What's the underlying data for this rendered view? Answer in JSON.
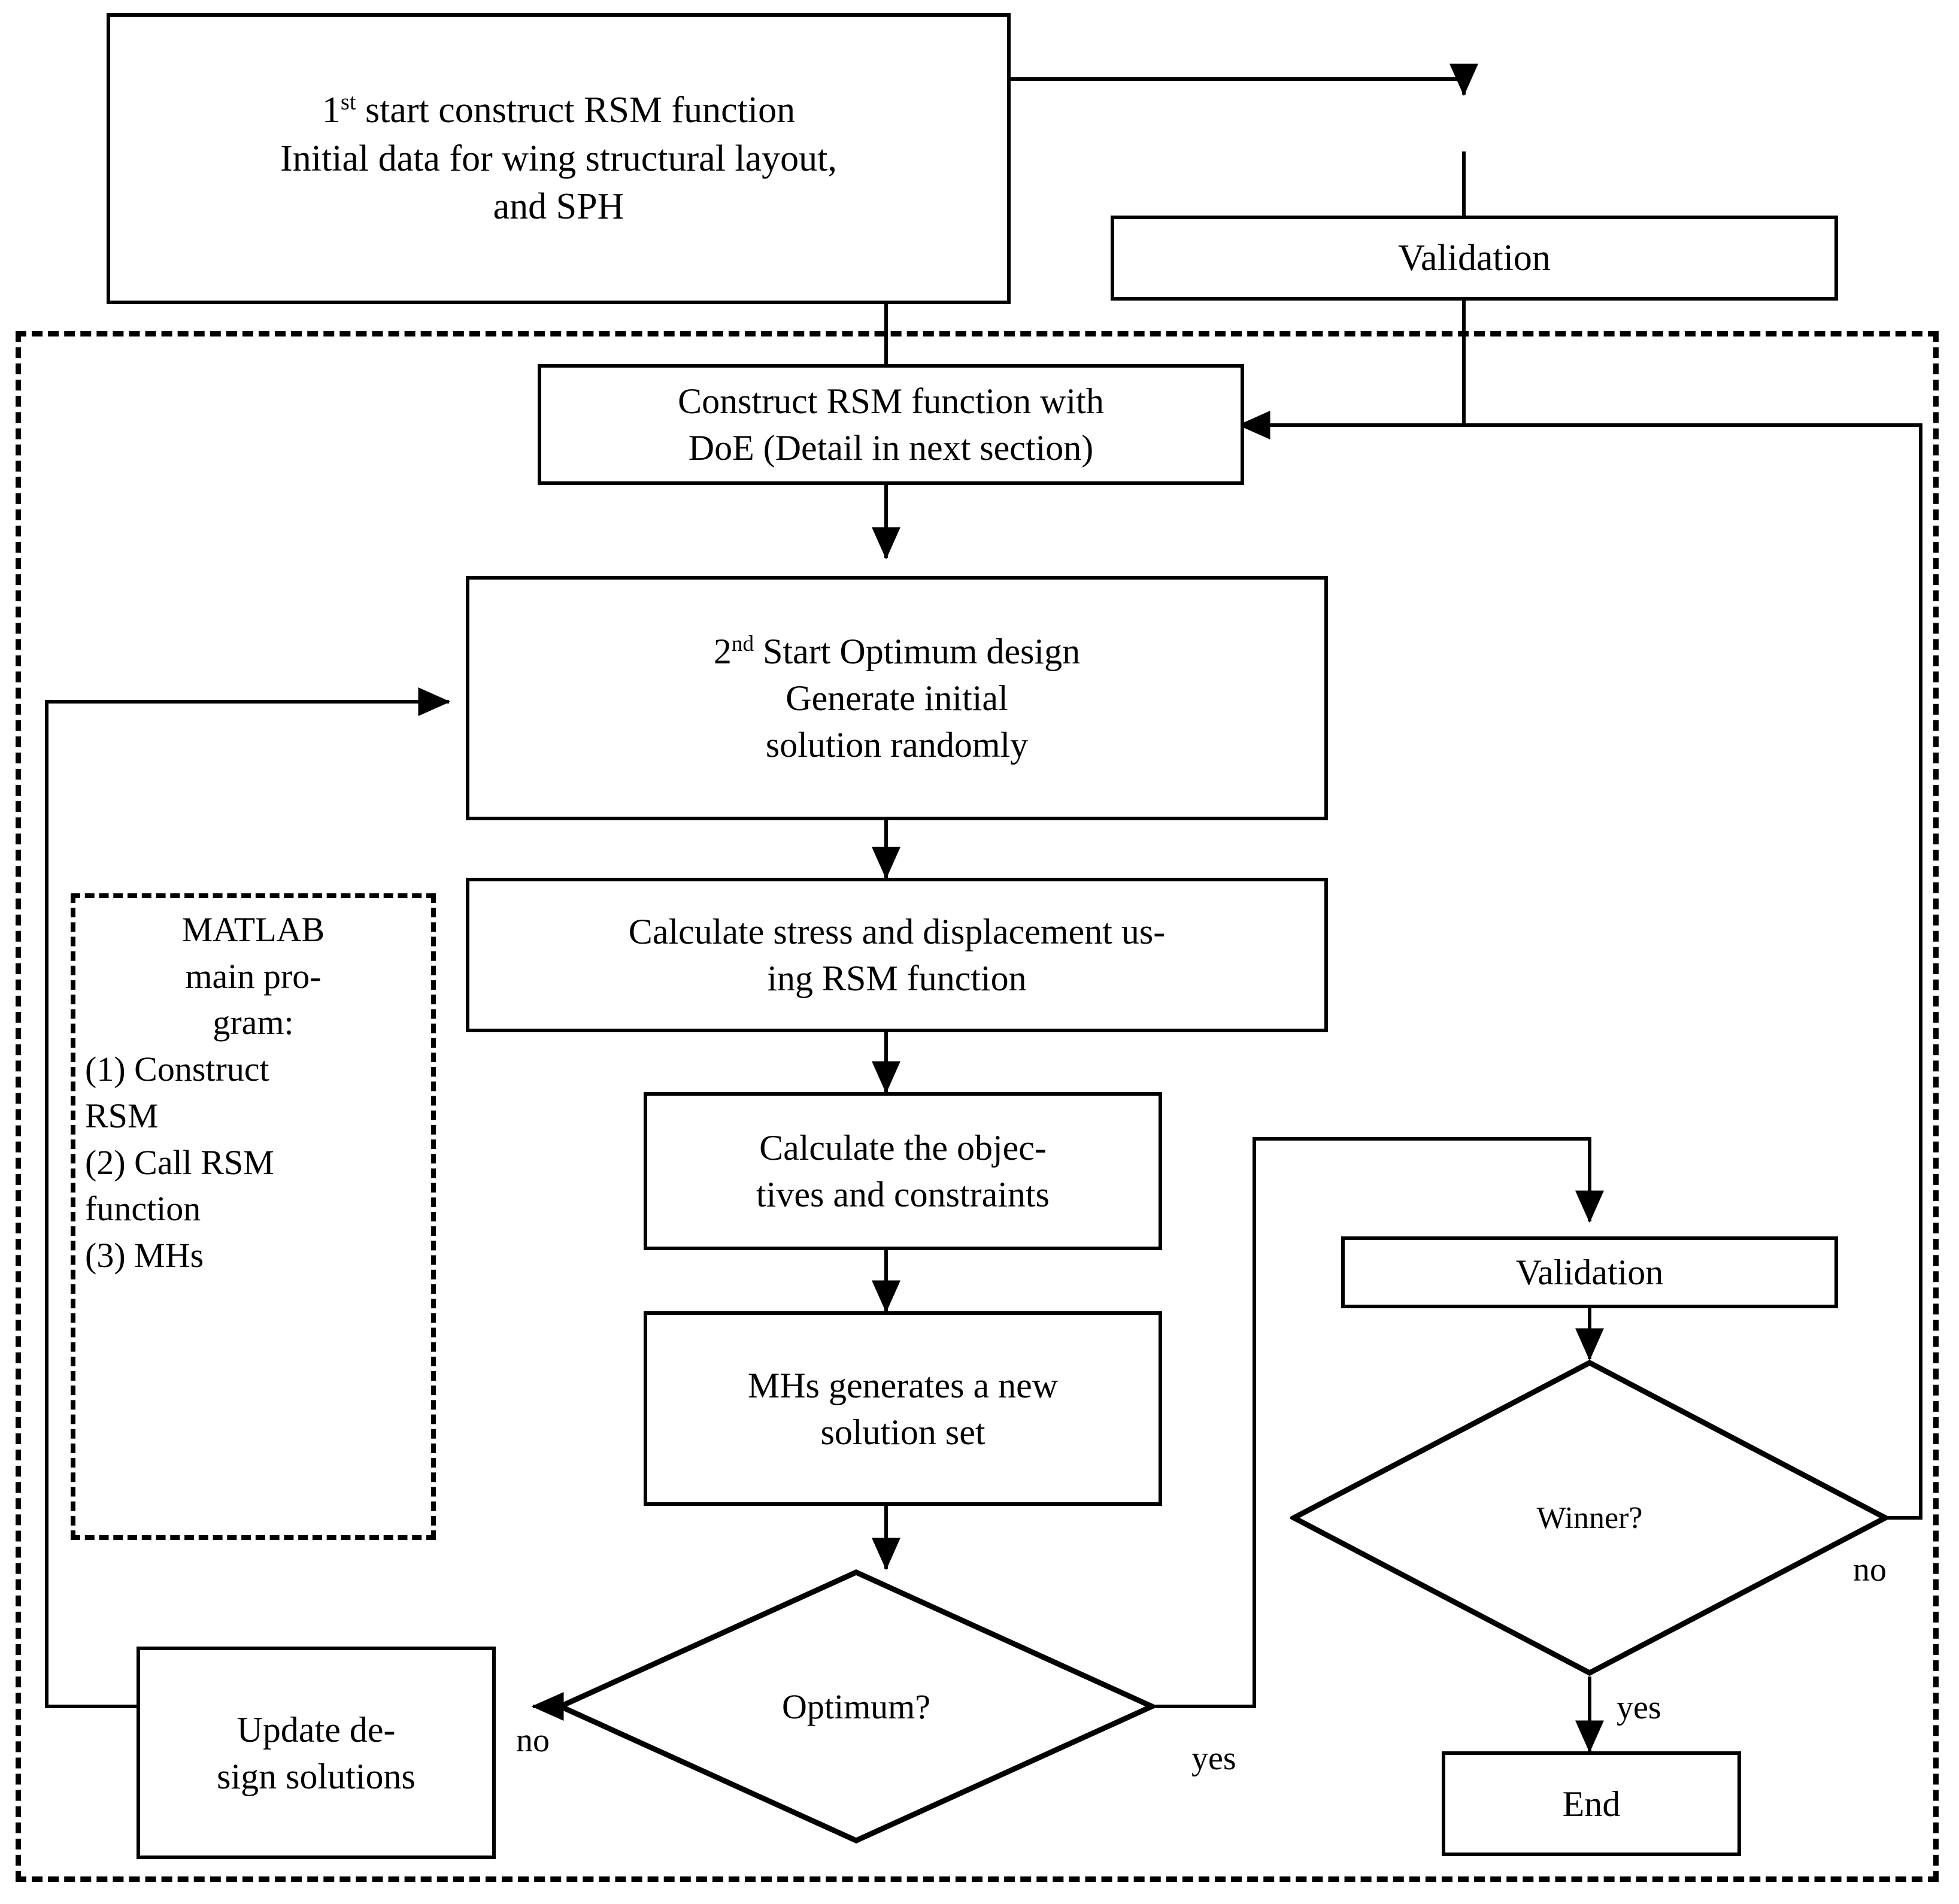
{
  "diagram": {
    "title": "Optimization workflow flowchart",
    "stroke_color": "#000000",
    "background_color": "#ffffff"
  },
  "nodes": {
    "start_block": {
      "line1_pre": "1",
      "line1_sup": "st",
      "line1_post": " start construct RSM function",
      "line2": "Initial data for wing structural layout,",
      "line3": "and SPH"
    },
    "validation_top": {
      "label": "Validation"
    },
    "construct_rsm": {
      "line1": "Construct RSM function with",
      "line2": "DoE (Detail in next section)"
    },
    "optimum_design": {
      "line1_pre": "2",
      "line1_sup": "nd",
      "line1_post": " Start Optimum design",
      "line2": "Generate initial",
      "line3": "solution randomly"
    },
    "calc_stress": {
      "line1": "Calculate stress and displacement us-",
      "line2": "ing RSM function"
    },
    "calc_objectives": {
      "line1": "Calculate the objec-",
      "line2": "tives and constraints"
    },
    "mhs_generate": {
      "line1": "MHs generates a new",
      "line2": "solution set"
    },
    "update_design": {
      "line1": "Update de-",
      "line2": "sign solutions"
    },
    "optimum_decision": {
      "label": "Optimum?"
    },
    "validation_right": {
      "label": "Validation"
    },
    "winner_decision": {
      "label": "Winner?"
    },
    "end_block": {
      "label": "End"
    }
  },
  "matlab_note": {
    "header_line1": "MATLAB",
    "header_line2": "main pro-",
    "header_line3": "gram:",
    "item1": "(1) Construct",
    "item2": "RSM",
    "item3": "(2) Call RSM",
    "item4": "function",
    "item5": "(3) MHs"
  },
  "edge_labels": {
    "optimum_no": "no",
    "optimum_yes": "yes",
    "winner_no": "no",
    "winner_yes": "yes"
  }
}
